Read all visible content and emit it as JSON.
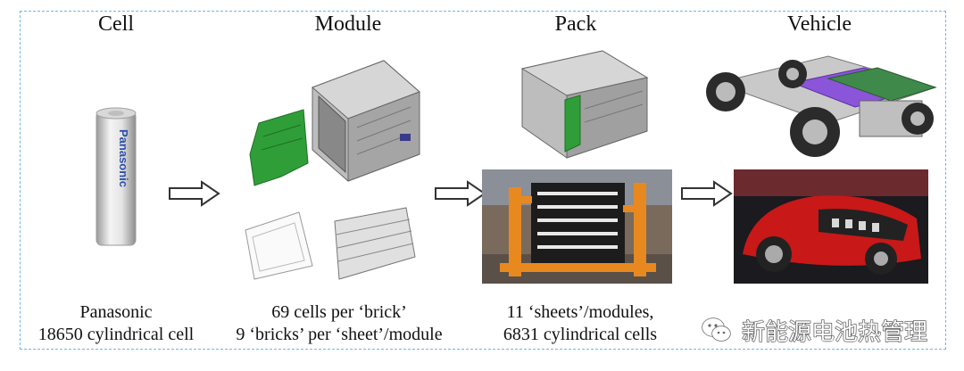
{
  "stages": [
    {
      "title": "Cell",
      "caption_lines": [
        "Panasonic",
        "18650 cylindrical cell"
      ]
    },
    {
      "title": "Module",
      "caption_lines": [
        "69 cells per ‘brick’",
        "9 ‘bricks’ per ‘sheet’/module"
      ]
    },
    {
      "title": "Pack",
      "caption_lines": [
        "11 ‘sheets’/modules,",
        "6831 cylindrical cells"
      ]
    },
    {
      "title": "Vehicle",
      "caption_lines": []
    }
  ],
  "cell_label": "Panasonic",
  "watermark": {
    "text": "新能源电池热管理"
  },
  "colors": {
    "frame": "#6fb6e6",
    "module_green": "#2f9e38",
    "pack_orange": "#e8891f",
    "vehicle_purple": "#8a55d8",
    "car_red": "#c81818",
    "cell_text_blue": "#2a4fb0"
  },
  "icons": {
    "arrow": "hollow-right-arrow",
    "watermark": "wechat-logo-icon"
  }
}
